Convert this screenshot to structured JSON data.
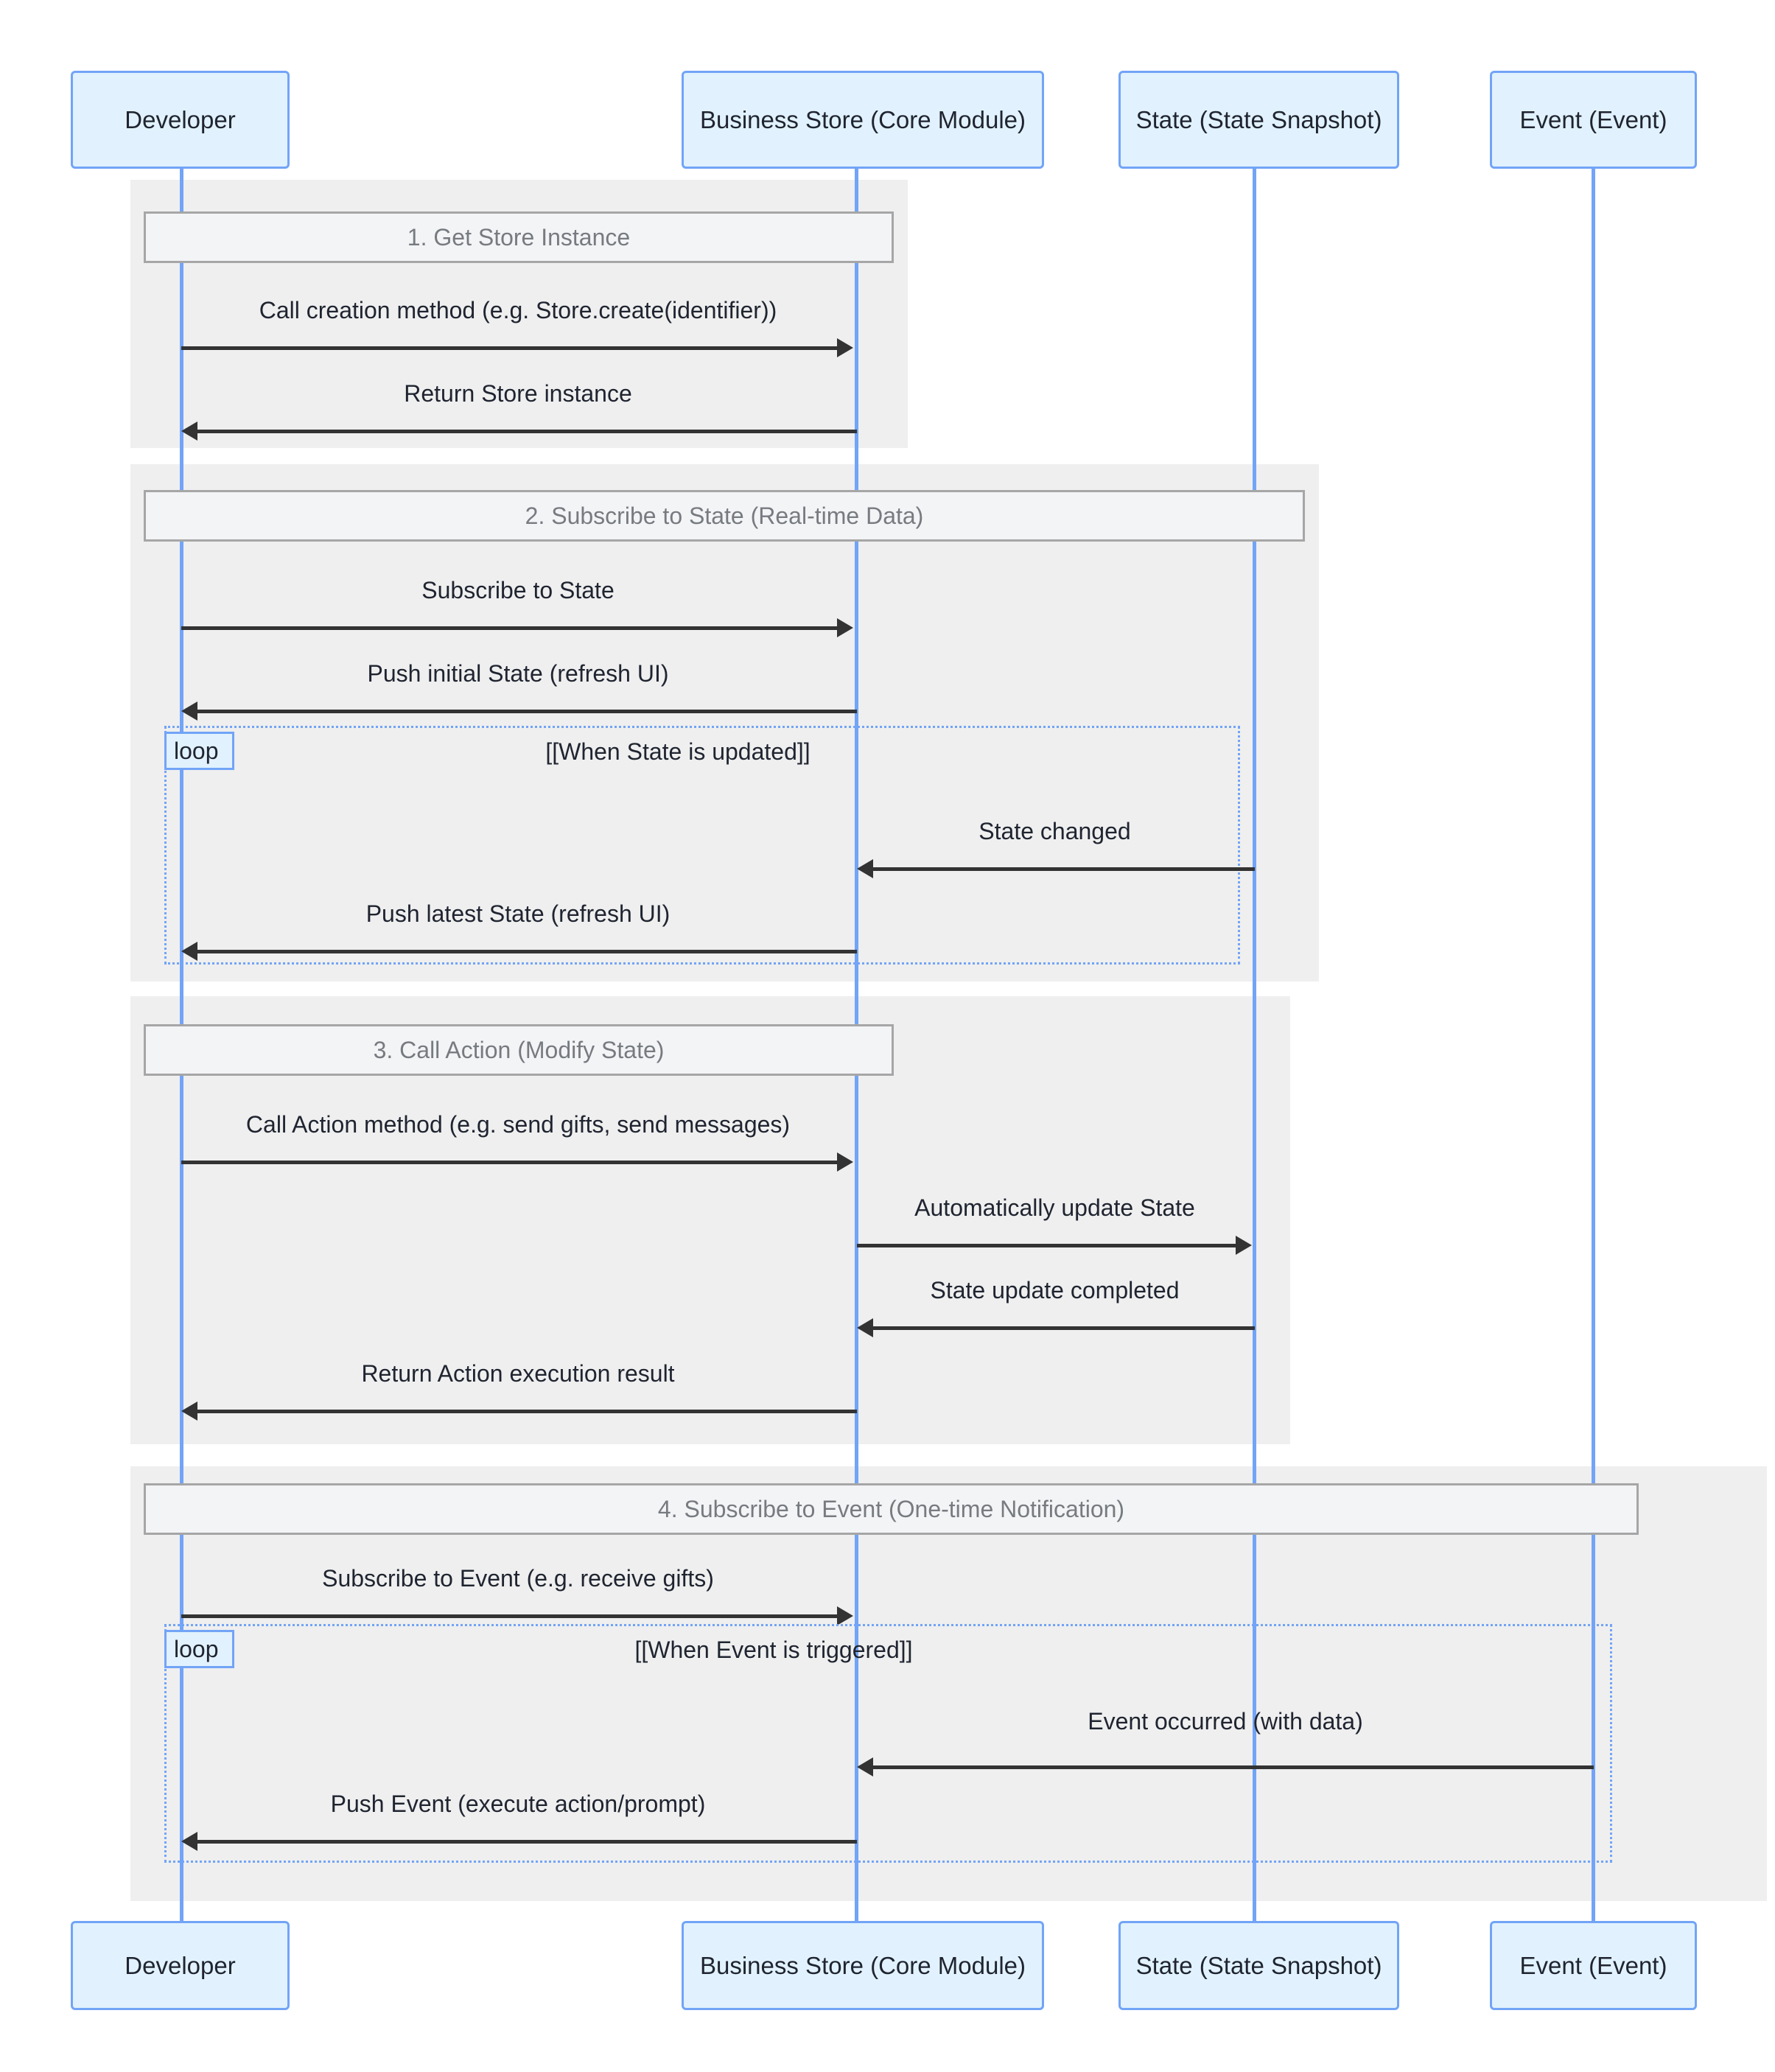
{
  "diagram": {
    "type": "sequence-diagram",
    "title": "",
    "participants": [
      {
        "id": "developer",
        "label": "Developer"
      },
      {
        "id": "store",
        "label": "Business Store (Core Module)"
      },
      {
        "id": "state",
        "label": "State (State Snapshot)"
      },
      {
        "id": "event",
        "label": "Event (Event)"
      }
    ],
    "sections": [
      {
        "id": "section-1",
        "title": "1. Get Store Instance",
        "messages": [
          {
            "label": "Call creation method (e.g. Store.create(identifier))",
            "from": "developer",
            "to": "store",
            "direction": "right"
          },
          {
            "label": "Return Store instance",
            "from": "store",
            "to": "developer",
            "direction": "left"
          }
        ]
      },
      {
        "id": "section-2",
        "title": "2. Subscribe to State (Real-time Data)",
        "messages": [
          {
            "label": "Subscribe to State",
            "from": "developer",
            "to": "store",
            "direction": "right"
          },
          {
            "label": "Push initial State (refresh UI)",
            "from": "store",
            "to": "developer",
            "direction": "left"
          }
        ],
        "loop": {
          "tag": "loop",
          "condition": "[[When State is updated]]",
          "messages": [
            {
              "label": "State changed",
              "from": "state",
              "to": "store",
              "direction": "left"
            },
            {
              "label": "Push latest State (refresh UI)",
              "from": "store",
              "to": "developer",
              "direction": "left"
            }
          ]
        }
      },
      {
        "id": "section-3",
        "title": "3. Call Action (Modify State)",
        "messages": [
          {
            "label": "Call Action method (e.g. send gifts, send messages)",
            "from": "developer",
            "to": "store",
            "direction": "right"
          },
          {
            "label": "Automatically update State",
            "from": "store",
            "to": "state",
            "direction": "right"
          },
          {
            "label": "State update completed",
            "from": "state",
            "to": "store",
            "direction": "left"
          },
          {
            "label": "Return Action execution result",
            "from": "store",
            "to": "developer",
            "direction": "left"
          }
        ]
      },
      {
        "id": "section-4",
        "title": "4. Subscribe to Event (One-time Notification)",
        "messages": [
          {
            "label": "Subscribe to Event (e.g. receive gifts)",
            "from": "developer",
            "to": "store",
            "direction": "right"
          }
        ],
        "loop": {
          "tag": "loop",
          "condition": "[[When Event is triggered]]",
          "messages": [
            {
              "label": "Event occurred (with data)",
              "from": "event",
              "to": "store",
              "direction": "left"
            },
            {
              "label": "Push Event (execute action/prompt)",
              "from": "store",
              "to": "developer",
              "direction": "left"
            }
          ]
        }
      }
    ],
    "colors": {
      "participant_fill": "#e1f2fe",
      "participant_border": "#72a4f7",
      "lifeline": "#72a4f7",
      "section_bg": "#efefef",
      "section_title_bg": "#f3f4f6",
      "section_title_border": "#a6a6a6",
      "section_title_text": "#777b80",
      "message_line": "#333333",
      "loop_border": "#72a4f7"
    }
  }
}
